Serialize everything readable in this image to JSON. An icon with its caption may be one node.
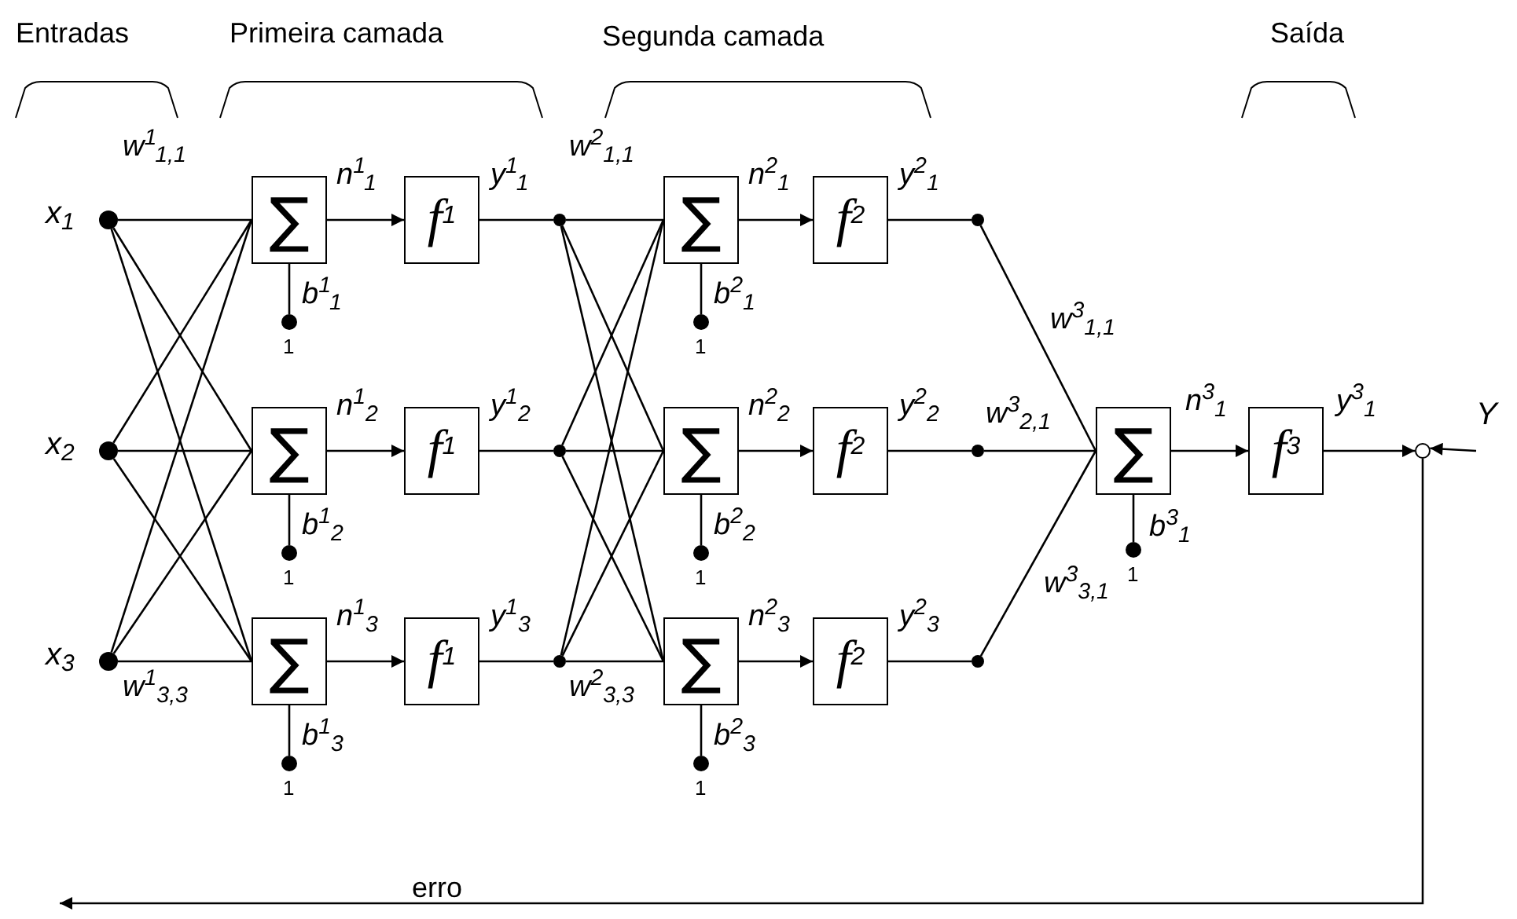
{
  "diagram": {
    "nodes": [
      {
        "text": [],
        "shape": "circle",
        "beside": [
          "x$_{1}$"
        ]
      },
      {
        "text": [],
        "shape": "circle",
        "beside": [
          "x$_{2}$"
        ]
      },
      {
        "text": [],
        "shape": "circle",
        "beside": [
          "x$_{3}$"
        ]
      },
      {
        "text": [
          "∑"
        ]
      },
      {
        "text": [
          "∑"
        ]
      },
      {
        "text": [
          "∑"
        ]
      },
      {
        "text": [],
        "shape": "circle",
        "beside": [
          "1"
        ]
      },
      {
        "text": [],
        "shape": "circle",
        "beside": [
          "1"
        ]
      },
      {
        "text": [],
        "shape": "circle",
        "beside": [
          "1"
        ]
      },
      {
        "text": [
          "f$^{1}$"
        ]
      },
      {
        "text": [
          "f$^{1}$"
        ]
      },
      {
        "text": [
          "f$^{1}$"
        ]
      },
      {
        "text": [],
        "shape": "circle"
      },
      {
        "text": [],
        "shape": "circle"
      },
      {
        "text": [],
        "shape": "circle"
      },
      {
        "text": [
          "∑"
        ]
      },
      {
        "text": [
          "∑"
        ]
      },
      {
        "text": [
          "∑"
        ]
      },
      {
        "text": [],
        "shape": "circle",
        "beside": [
          "1"
        ]
      },
      {
        "text": [],
        "shape": "circle",
        "beside": [
          "1"
        ]
      },
      {
        "text": [],
        "shape": "circle",
        "beside": [
          "1"
        ]
      },
      {
        "text": [
          "f$^{2}$"
        ]
      },
      {
        "text": [
          "f$^{2}$"
        ]
      },
      {
        "text": [
          "f$^{2}$"
        ]
      },
      {
        "text": [],
        "shape": "circle"
      },
      {
        "text": [],
        "shape": "circle"
      },
      {
        "text": [],
        "shape": "circle"
      },
      {
        "text": [
          "∑"
        ]
      },
      {
        "text": [],
        "shape": "circle",
        "beside": [
          "1"
        ]
      },
      {
        "text": [
          "f$^{3}$"
        ]
      },
      {
        "text": [
          "Y"
        ]
      },
      {
        "text": [],
        "shape": "circle"
      }
    ],
    "edges": [
      {
        "from": 0,
        "to": 3,
        "arrow": "none",
        "label": "w$^{1}$$_{1,1}$"
      },
      {
        "from": 0,
        "to": 4,
        "arrow": "none"
      },
      {
        "from": 0,
        "to": 5,
        "arrow": "none"
      },
      {
        "from": 1,
        "to": 3,
        "arrow": "none"
      },
      {
        "from": 1,
        "to": 4,
        "arrow": "none"
      },
      {
        "from": 1,
        "to": 5,
        "arrow": "none"
      },
      {
        "from": 2,
        "to": 3,
        "arrow": "none"
      },
      {
        "from": 2,
        "to": 4,
        "arrow": "none"
      },
      {
        "from": 2,
        "to": 5,
        "arrow": "none",
        "label": "w$^{1}$$_{3,3}$"
      },
      {
        "from": 6,
        "to": 3,
        "arrow": "none",
        "label": "b$^{1}$$_{1}$"
      },
      {
        "from": 7,
        "to": 4,
        "arrow": "none",
        "label": "b$^{1}$$_{2}$"
      },
      {
        "from": 8,
        "to": 5,
        "arrow": "none",
        "label": "b$^{1}$$_{3}$"
      },
      {
        "from": 3,
        "to": 9,
        "arrow": "to",
        "label": "n$^{1}$$_{1}$"
      },
      {
        "from": 4,
        "to": 10,
        "arrow": "to",
        "label": "n$^{1}$$_{2}$"
      },
      {
        "from": 5,
        "to": 11,
        "arrow": "to",
        "label": "n$^{1}$$_{3}$"
      },
      {
        "from": 9,
        "to": 12,
        "arrow": "none",
        "label": "y$^{1}$$_{1}$"
      },
      {
        "from": 10,
        "to": 13,
        "arrow": "none",
        "label": "y$^{1}$$_{2}$"
      },
      {
        "from": 11,
        "to": 14,
        "arrow": "none",
        "label": "y$^{1}$$_{3}$"
      },
      {
        "from": 12,
        "to": 15,
        "arrow": "none",
        "label": "w$^{2}$$_{1,1}$"
      },
      {
        "from": 12,
        "to": 16,
        "arrow": "none"
      },
      {
        "from": 12,
        "to": 17,
        "arrow": "none"
      },
      {
        "from": 13,
        "to": 15,
        "arrow": "none"
      },
      {
        "from": 13,
        "to": 16,
        "arrow": "none"
      },
      {
        "from": 13,
        "to": 17,
        "arrow": "none"
      },
      {
        "from": 14,
        "to": 15,
        "arrow": "none"
      },
      {
        "from": 14,
        "to": 16,
        "arrow": "none"
      },
      {
        "from": 14,
        "to": 17,
        "arrow": "none",
        "label": "w$^{2}$$_{3,3}$"
      },
      {
        "from": 18,
        "to": 15,
        "arrow": "none",
        "label": "b$^{2}$$_{1}$"
      },
      {
        "from": 19,
        "to": 16,
        "arrow": "none",
        "label": "b$^{2}$$_{2}$"
      },
      {
        "from": 20,
        "to": 17,
        "arrow": "none",
        "label": "b$^{2}$$_{3}$"
      },
      {
        "from": 15,
        "to": 21,
        "arrow": "to",
        "label": "n$^{2}$$_{1}$"
      },
      {
        "from": 16,
        "to": 22,
        "arrow": "to",
        "label": "n$^{2}$$_{2}$"
      },
      {
        "from": 17,
        "to": 23,
        "arrow": "to",
        "label": "n$^{2}$$_{3}$"
      },
      {
        "from": 21,
        "to": 24,
        "arrow": "none",
        "label": "y$^{2}$$_{1}$"
      },
      {
        "from": 22,
        "to": 25,
        "arrow": "none",
        "label": "y$^{2}$$_{2}$"
      },
      {
        "from": 23,
        "to": 26,
        "arrow": "none",
        "label": "y$^{2}$$_{3}$"
      },
      {
        "from": 24,
        "to": 27,
        "arrow": "none",
        "label": "w$^{3}$$_{1,1}$"
      },
      {
        "from": 25,
        "to": 27,
        "arrow": "none",
        "label": "w$^{3}$$_{2,1}$"
      },
      {
        "from": 26,
        "to": 27,
        "arrow": "none",
        "label": "w$^{3}$$_{3,1}$"
      },
      {
        "from": 28,
        "to": 27,
        "arrow": "none",
        "label": "b$^{3}$$_{1}$"
      },
      {
        "from": 27,
        "to": 29,
        "arrow": "to",
        "label": "n$^{3}$$_{1}$"
      },
      {
        "from": 29,
        "to": 31,
        "arrow": "to",
        "label": "y$^{3}$$_{1}$"
      },
      {
        "from": 30,
        "to": 31,
        "arrow": "to"
      },
      {
        "from": 31,
        "to": null,
        "arrow": "to",
        "label": "erro"
      }
    ],
    "labels": [
      "Entradas",
      "Primeira camada",
      "Segunda camada",
      "Saída"
    ]
  }
}
